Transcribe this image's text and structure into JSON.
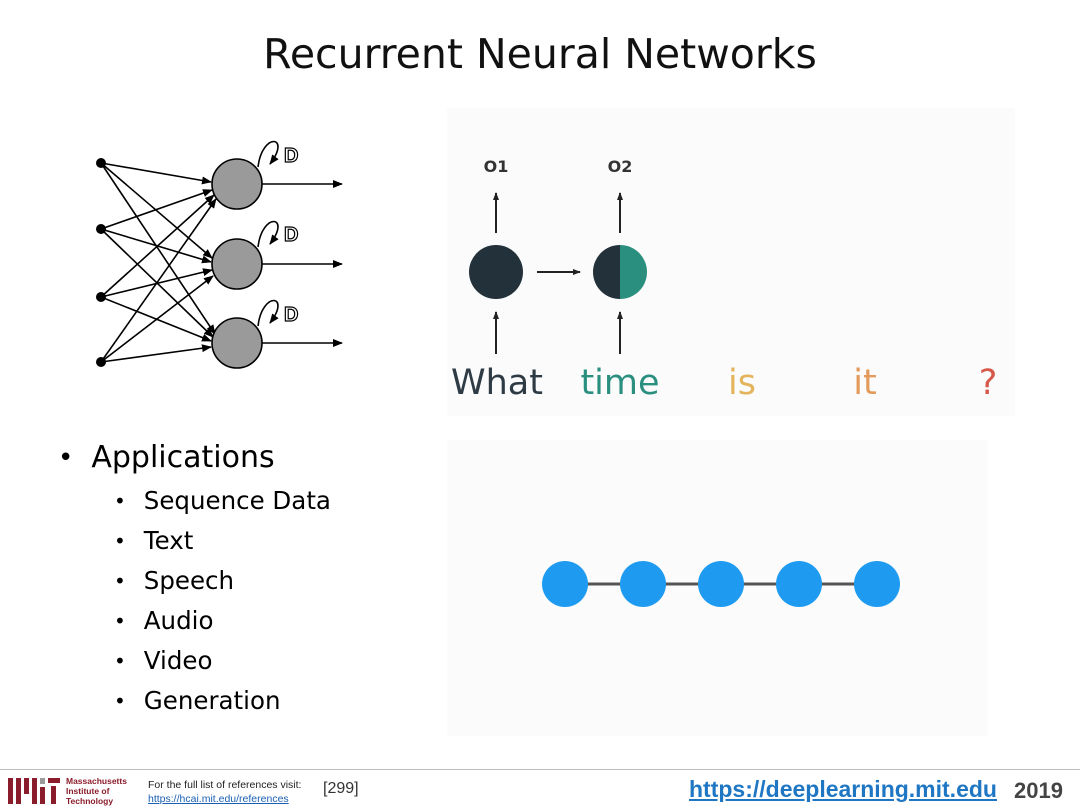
{
  "slide": {
    "title": "Recurrent Neural Networks"
  },
  "network_diagram": {
    "delay_label": "D"
  },
  "sequence_diagram": {
    "outputs": [
      "O1",
      "O2"
    ],
    "words": [
      {
        "text": "What",
        "color": "#2e3b45"
      },
      {
        "text": "time",
        "color": "#2a8f7f"
      },
      {
        "text": "is",
        "color": "#e3b45b"
      },
      {
        "text": "it",
        "color": "#e39a5b"
      },
      {
        "text": "?",
        "color": "#d6584a"
      }
    ],
    "colors": {
      "dark_node": "#22313a",
      "teal_node": "#2a8f7f"
    }
  },
  "chain_diagram": {
    "node_count": 5,
    "node_color": "#1e9bf0"
  },
  "applications": {
    "heading": "Applications",
    "items": [
      "Sequence Data",
      "Text",
      "Speech",
      "Audio",
      "Video",
      "Generation"
    ]
  },
  "footer": {
    "logo_text": [
      "Massachusetts",
      "Institute of",
      "Technology"
    ],
    "refs_label": "For the full list of references visit:",
    "refs_link": "https://hcai.mit.edu/references",
    "ref_number": "[299]",
    "site_url": "https://deeplearning.mit.edu",
    "year": "2019"
  }
}
